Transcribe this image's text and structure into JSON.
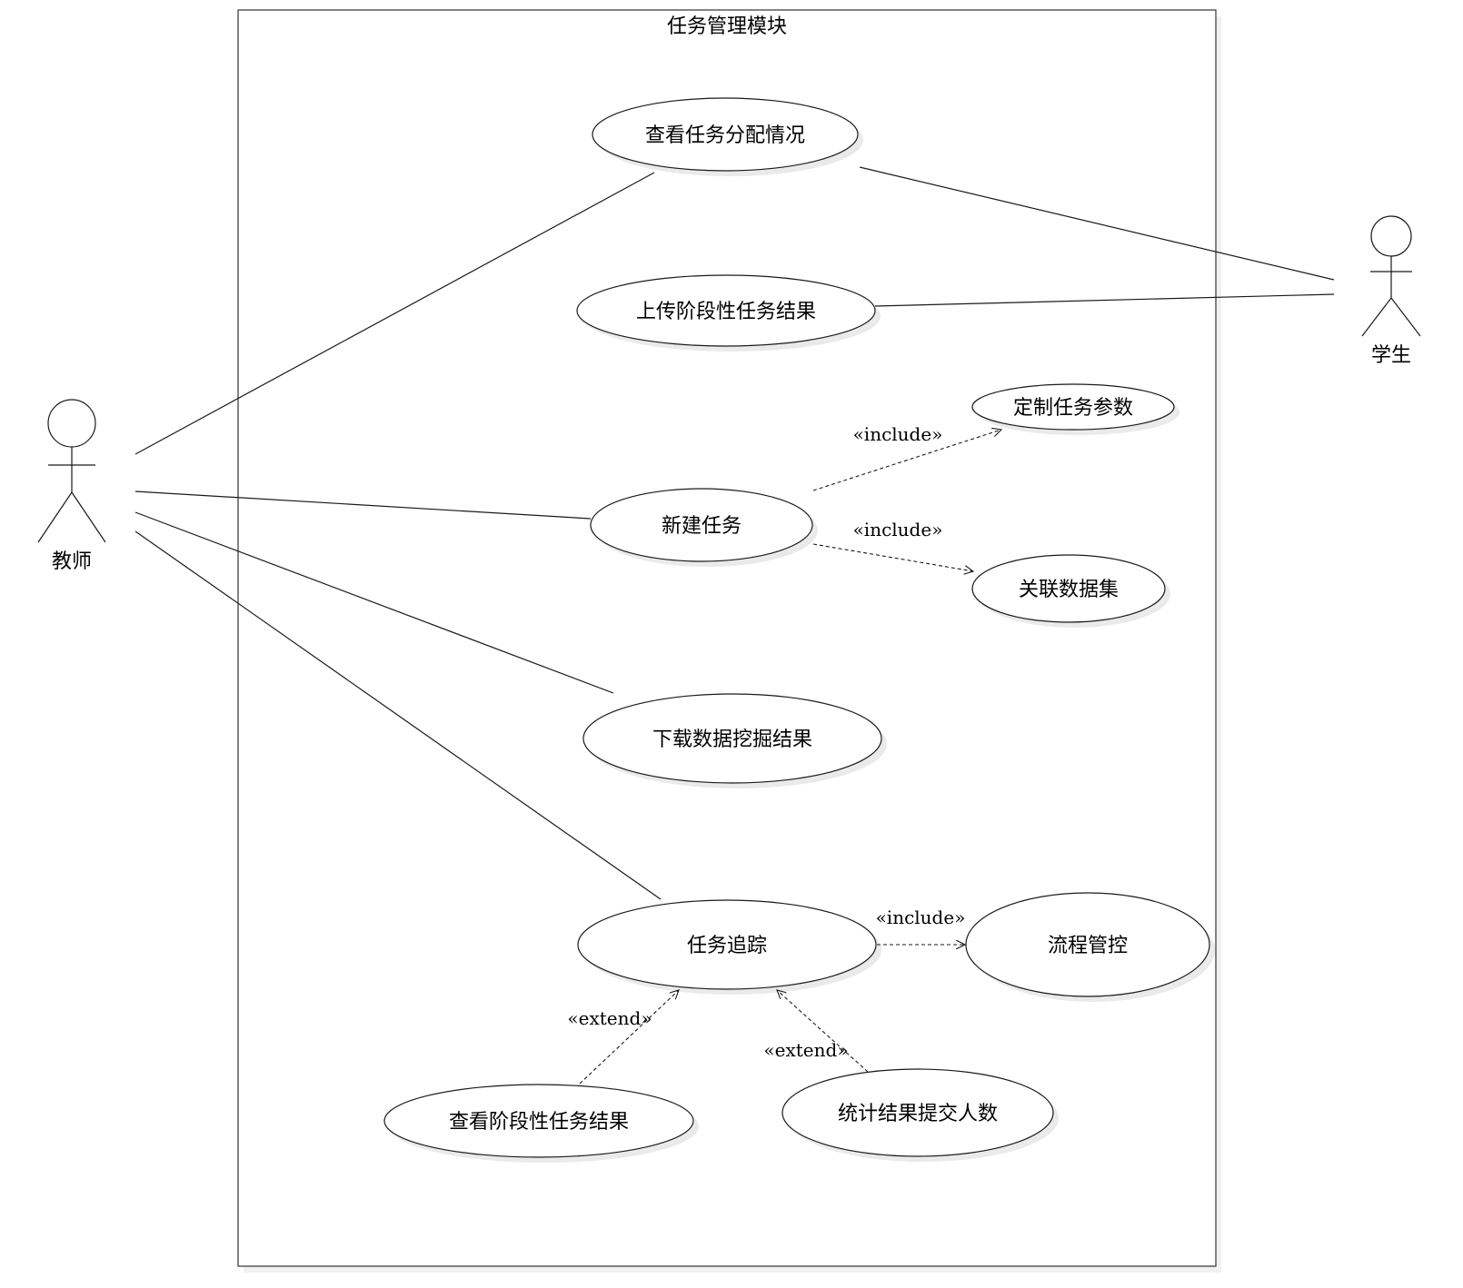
{
  "system": {
    "title": "任务管理模块"
  },
  "actors": {
    "teacher": {
      "label": "教师"
    },
    "student": {
      "label": "学生"
    }
  },
  "use_cases": {
    "view_assignment": "查看任务分配情况",
    "upload_stage_results": "上传阶段性任务结果",
    "customize_params": "定制任务参数",
    "new_task": "新建任务",
    "link_dataset": "关联数据集",
    "download_mining_results": "下载数据挖掘结果",
    "task_tracking": "任务追踪",
    "process_control": "流程管控",
    "view_stage_results": "查看阶段性任务结果",
    "count_submitters": "统计结果提交人数"
  },
  "relations": {
    "include_1": "«include»",
    "include_2": "«include»",
    "include_3": "«include»",
    "extend_1": "«extend»",
    "extend_2": "«extend»"
  }
}
